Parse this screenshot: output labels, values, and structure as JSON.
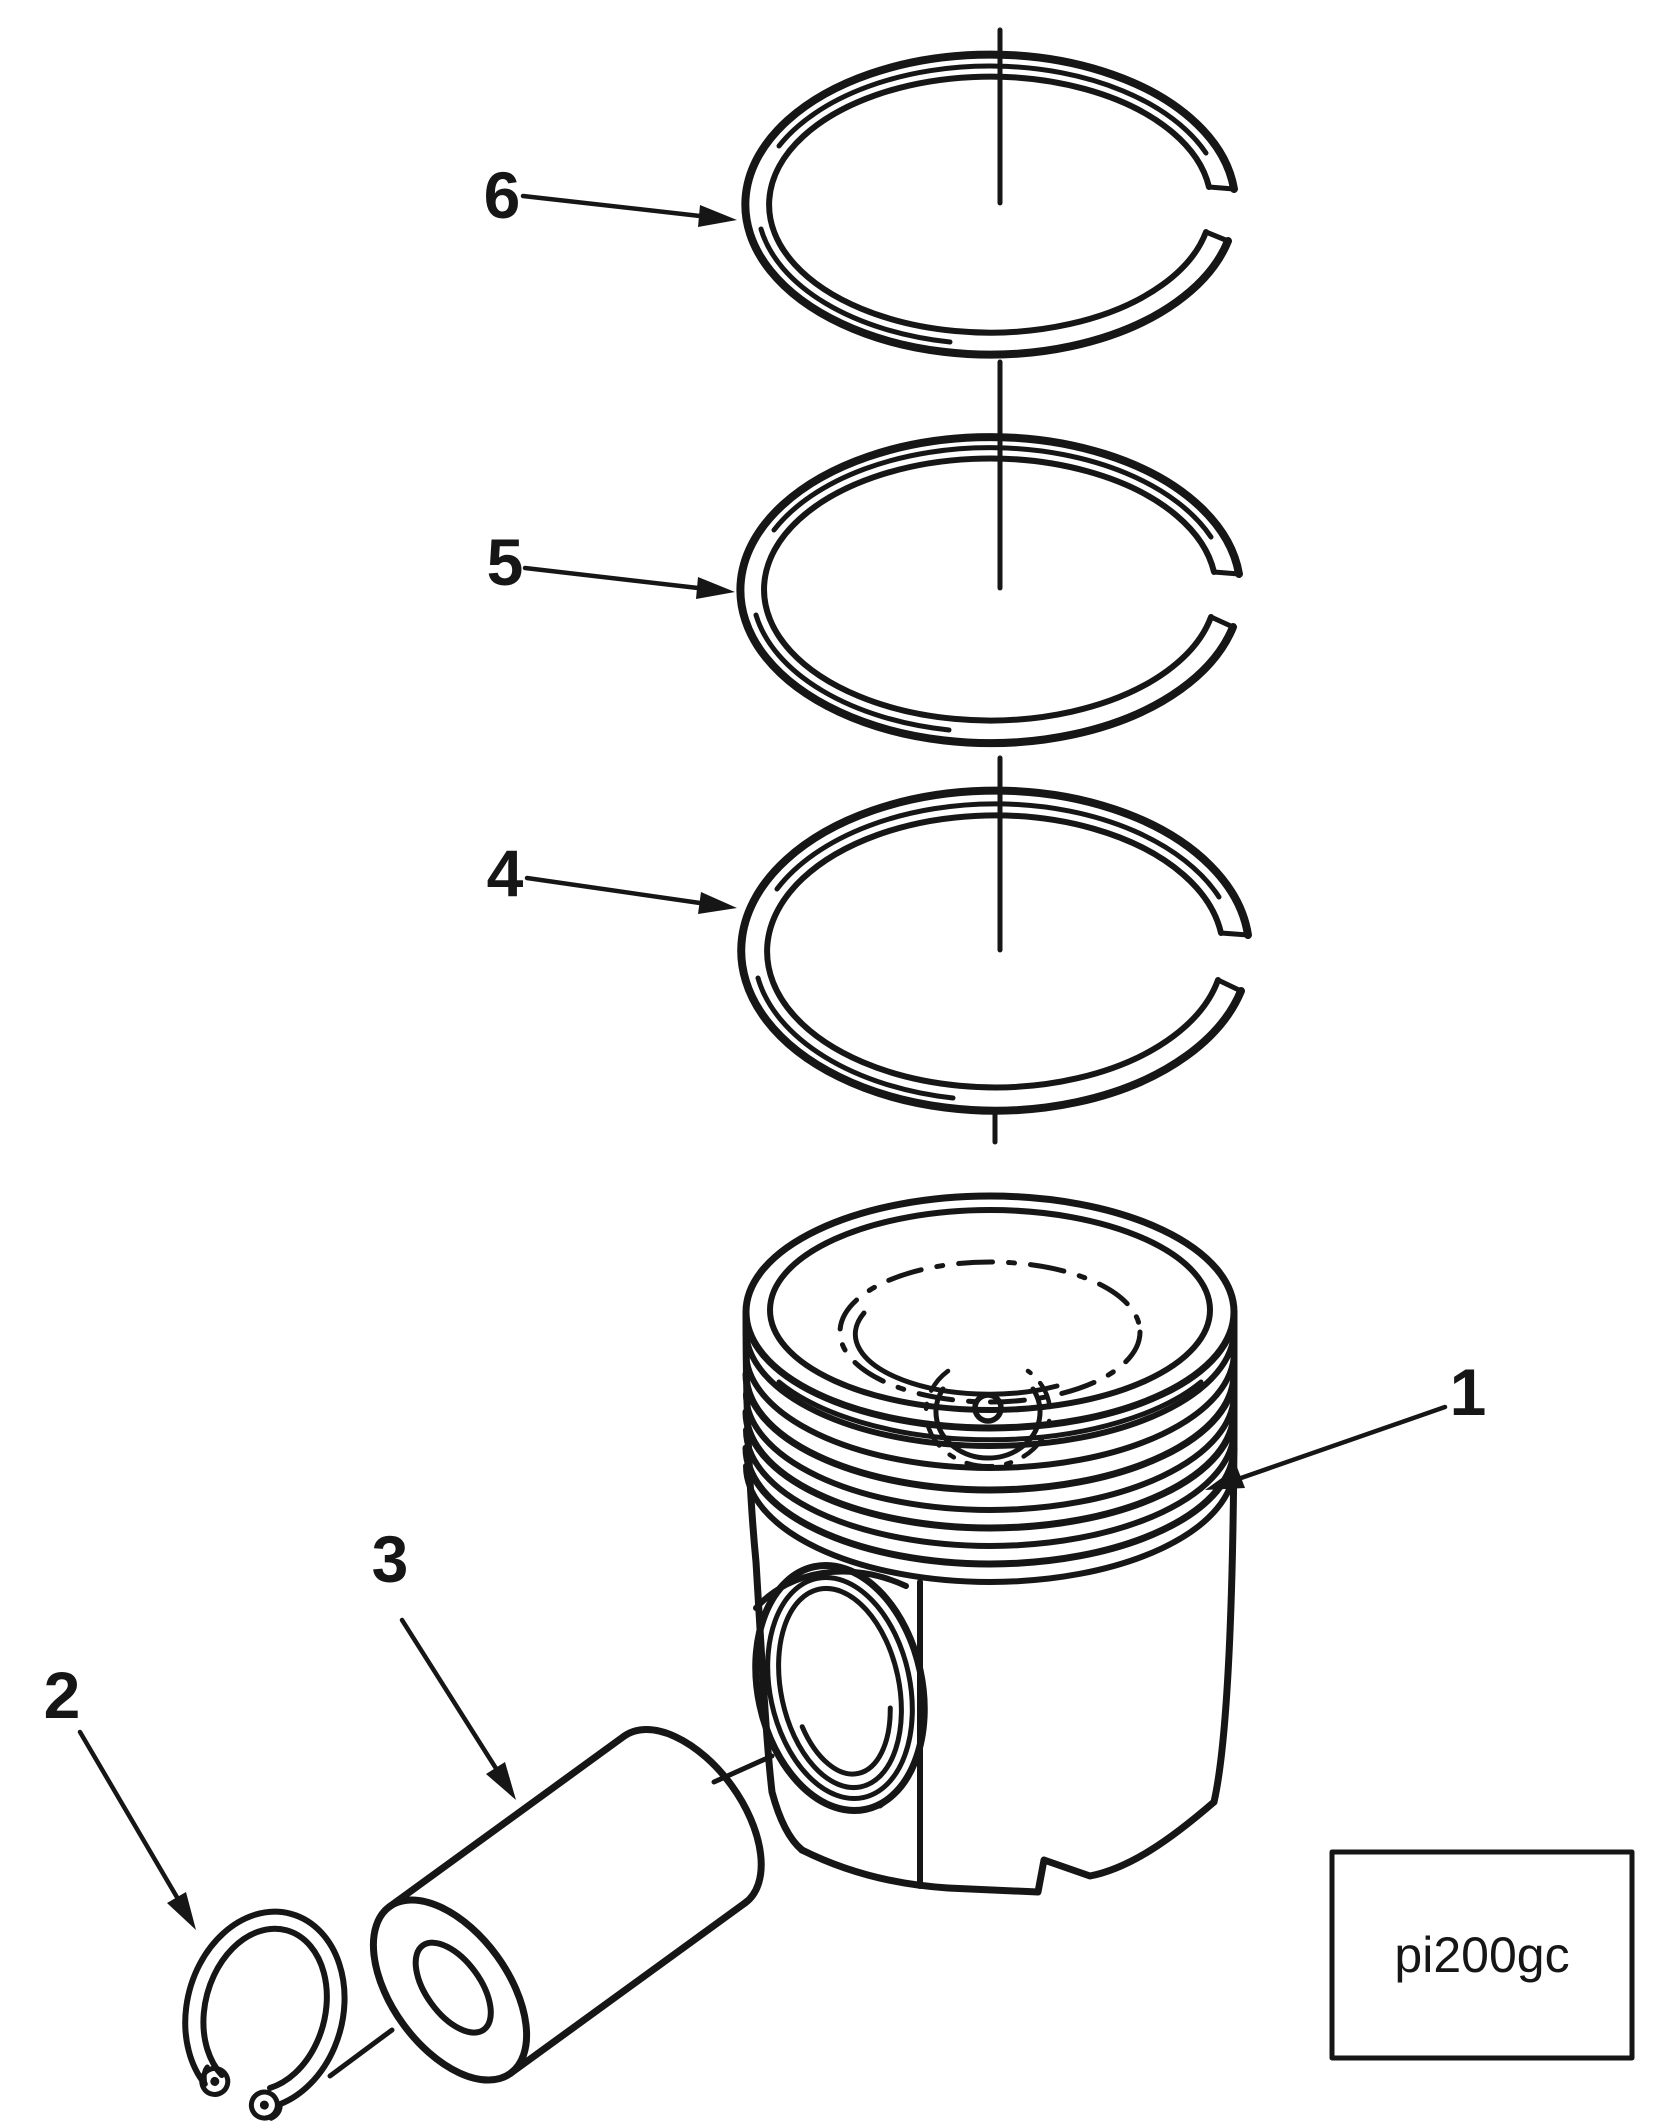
{
  "figure": {
    "type": "exploded-parts-diagram",
    "figure_code": "pi200gc",
    "background_color": "#ffffff",
    "line_color": "#161616",
    "callouts": [
      {
        "label": "1"
      },
      {
        "label": "2"
      },
      {
        "label": "3"
      },
      {
        "label": "4"
      },
      {
        "label": "5"
      },
      {
        "label": "6"
      }
    ]
  }
}
